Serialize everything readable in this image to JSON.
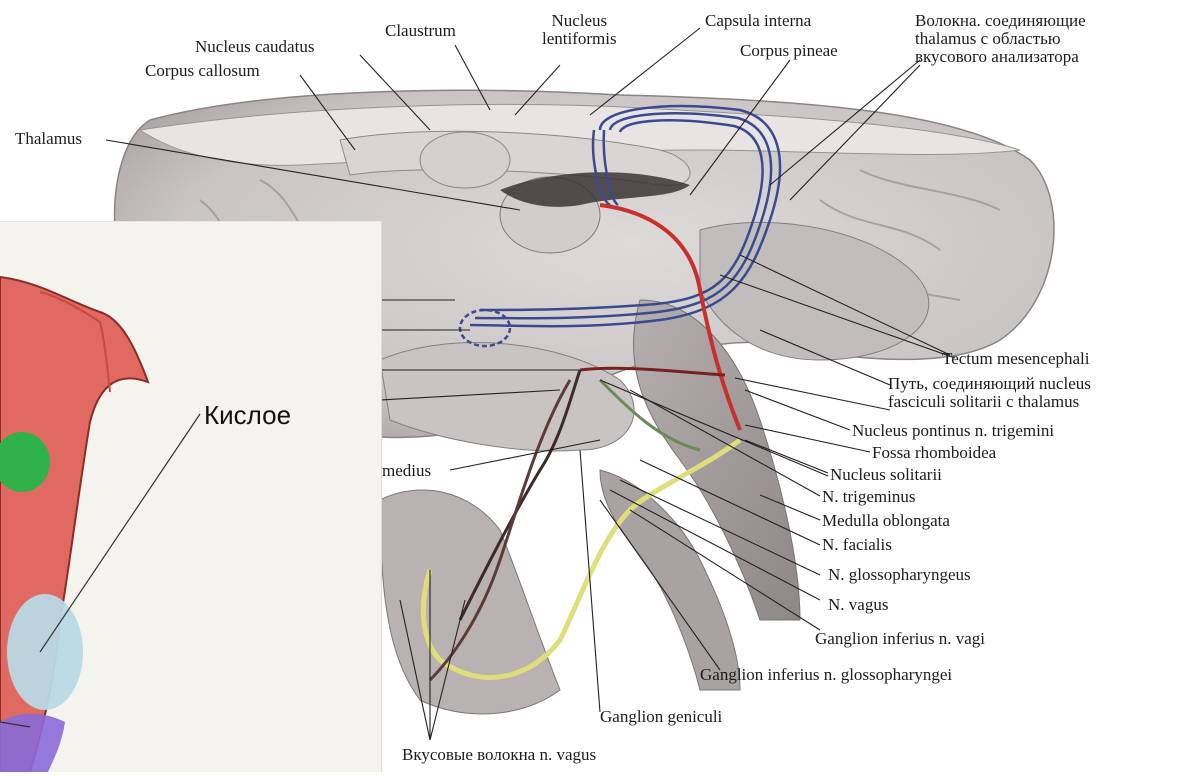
{
  "colors": {
    "brain": "#cfcbcb",
    "brain_shadow": "#a9a3a3",
    "fiber_blue": "#3b4a8f",
    "pathway_red": "#c9302c",
    "nerve_yellow": "#dede7a",
    "tongue_red": "#e06a62",
    "taste_green": "#2fb24a",
    "taste_blue": "#b9d9e4",
    "taste_violet": "#8a6ad8",
    "inset_bg": "#f4f3ee"
  },
  "labels": {
    "claustrum": "Claustrum",
    "nucleus_lentiformis": "Nucleus\nlentiformis",
    "capsula_interna": "Capsula interna",
    "corpus_pineae": "Corpus pineae",
    "fibers_thalamus": "Волокна. соединяющие\nthalamus с областью\nвкусового анализатора",
    "nucleus_caudatus": "Nucleus caudatus",
    "corpus_callosum": "Corpus callosum",
    "thalamus": "Thalamus",
    "tectum": "Tectum mesencephali",
    "path_solitarii": "Путь, соединяющий nucleus\nfasciculi solitarii с thalamus",
    "nucleus_pontinus": "Nucleus pontinus n. trigemini",
    "fossa_rhomboidea": "Fossa rhomboidea",
    "nucleus_solitarii": "Nucleus solitarii",
    "n_trigeminus": "N. trigeminus",
    "medulla": "Medulla oblongata",
    "n_facialis": "N. facialis",
    "n_glosso": "N. glossopharyngeus",
    "n_vagus": "N. vagus",
    "ganglion_vagi": "Ganglion inferius n. vagi",
    "ganglion_glosso": "Ganglion inferius n. glossopharyngei",
    "ganglion_geniculi": "Ganglion geniculi",
    "vkusovye": "Вкусовые волокна n. vagus",
    "medius": "medius"
  },
  "inset": {
    "label_kisloe": "Кислое"
  }
}
